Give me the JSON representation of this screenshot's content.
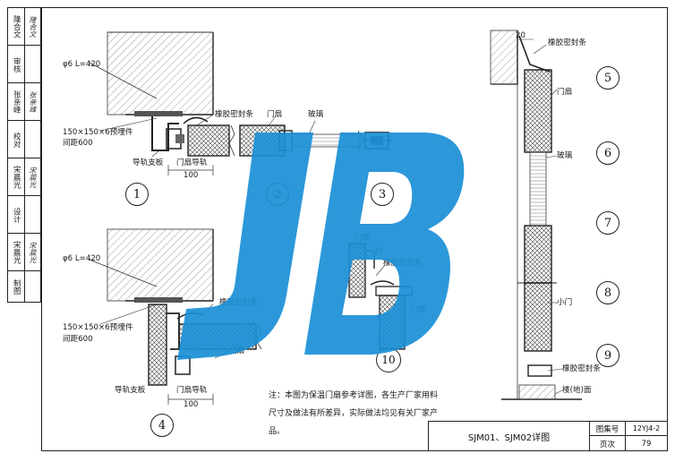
{
  "sidebar": {
    "rows": [
      {
        "label": "隆合文",
        "signature": "隆合文"
      },
      {
        "label": "审核",
        "signature": ""
      },
      {
        "label": "张亲峰",
        "signature": "张亲峰"
      },
      {
        "label": "校对",
        "signature": ""
      },
      {
        "label": "宋晨光",
        "signature": "宋晨光"
      },
      {
        "label": "设计",
        "signature": ""
      },
      {
        "label": "宋晨光",
        "signature": "宋晨光"
      },
      {
        "label": "制图",
        "signature": ""
      }
    ]
  },
  "details": {
    "d1": {
      "number": "1",
      "rod": "φ6 L=420",
      "embed": "150×150×6预埋件",
      "spacing": "间距600",
      "rail_bracket": "导轨支板",
      "rail": "门扇导轨",
      "dim": "100",
      "seal": "橡胶密封条",
      "door": "门扇",
      "glass": "玻璃"
    },
    "d2": {
      "number": "2"
    },
    "d3": {
      "number": "3"
    },
    "d4": {
      "number": "4",
      "rod": "φ6 L=420",
      "embed": "150×150×6预埋件",
      "spacing": "间距600",
      "rail_bracket": "导轨支板",
      "rail": "门扇导轨",
      "dim": "100",
      "seal": "橡胶密封条",
      "door": "门扇"
    },
    "d10": {
      "number": "10",
      "door_top": "门扇",
      "door_bottom": "门扇",
      "seal": "橡胶密封条",
      "dim": "15"
    },
    "elevation": {
      "dim": "20",
      "seal_top": "橡胶密封条",
      "door": "门扇",
      "glass": "玻璃",
      "small_door": "小门",
      "seal_bottom": "橡胶密封条",
      "floor": "楼(地)面",
      "numbers": [
        "5",
        "6",
        "7",
        "8",
        "9"
      ]
    }
  },
  "note": {
    "text": "注：本图为保温门扇参考详图，各生产厂家用料尺寸及做法有所差异，实际做法均见有关厂家产品。"
  },
  "title_block": {
    "title": "SJM01、SJM02详图",
    "atlas_label": "图集号",
    "atlas_no": "12YJ4-2",
    "page_label": "页次",
    "page_no": "79"
  },
  "watermark": {
    "text": "JB",
    "color": "#1a8fd6"
  }
}
